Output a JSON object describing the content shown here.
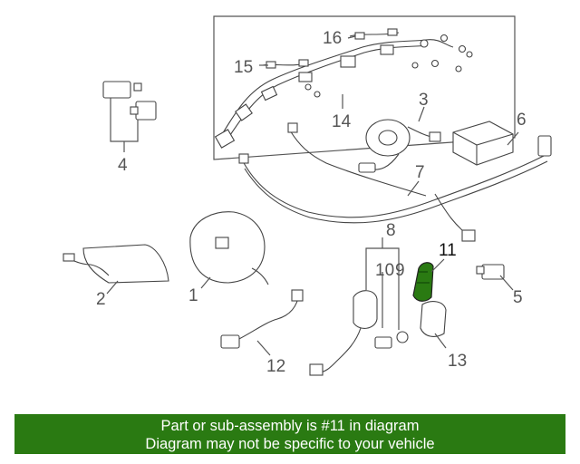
{
  "diagram": {
    "callouts": [
      "1",
      "2",
      "3",
      "4",
      "5",
      "6",
      "7",
      "8",
      "9",
      "10",
      "11",
      "12",
      "13",
      "14",
      "15",
      "16"
    ],
    "highlighted_part": "11",
    "highlight_color": "#2a7a12"
  },
  "banner": {
    "line1": "Part or sub-assembly is #11 in diagram",
    "line2": "Diagram may not be specific to your vehicle",
    "background": "#2a7a12"
  }
}
